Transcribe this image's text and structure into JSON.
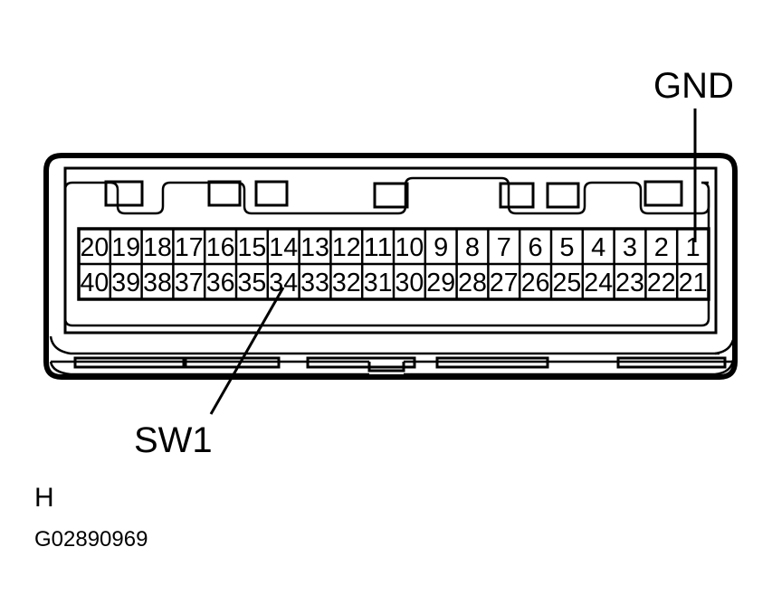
{
  "diagram": {
    "type": "connector-pinout",
    "description": "40-pin automotive connector face view with pin numbering grid",
    "part_code": "G02890969",
    "view_letter": "H",
    "pin_count": 40,
    "columns": 20,
    "rows": 2,
    "top_row_pins": [
      "20",
      "19",
      "18",
      "17",
      "16",
      "15",
      "14",
      "13",
      "12",
      "11",
      "10",
      "9",
      "8",
      "7",
      "6",
      "5",
      "4",
      "3",
      "2",
      "1"
    ],
    "bottom_row_pins": [
      "40",
      "39",
      "38",
      "37",
      "36",
      "35",
      "34",
      "33",
      "32",
      "31",
      "30",
      "29",
      "28",
      "27",
      "26",
      "25",
      "24",
      "23",
      "22",
      "21"
    ],
    "callouts": [
      {
        "id": "gnd",
        "label": "GND",
        "target_pin": "1",
        "position": "top-right"
      },
      {
        "id": "sw1",
        "label": "SW1",
        "target_pin": "34",
        "position": "bottom-left"
      }
    ],
    "colors": {
      "line": "#000000",
      "background": "#ffffff"
    }
  }
}
